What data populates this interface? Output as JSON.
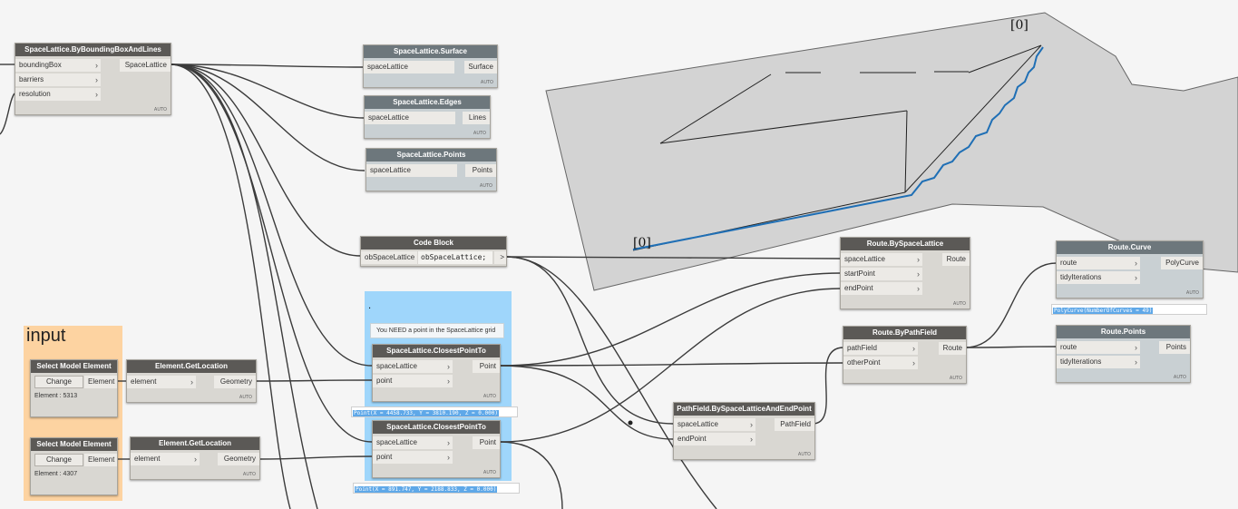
{
  "groups": {
    "input": {
      "label": "input",
      "color": "#fdd3a1"
    },
    "closest": {
      "label": "",
      "color": "#9fd6fb"
    }
  },
  "background_labels": {
    "start": "[0]",
    "end": "[0]"
  },
  "nodes": {
    "bbox": {
      "title": "SpaceLattice.ByBoundingBoxAndLines",
      "inputs": [
        "boundingBox",
        "barriers",
        "resolution"
      ],
      "output": "SpaceLattice",
      "auto": "AUTO"
    },
    "surface": {
      "title": "SpaceLattice.Surface",
      "input": "spaceLattice",
      "output": "Surface",
      "auto": "AUTO"
    },
    "edges": {
      "title": "SpaceLattice.Edges",
      "input": "spaceLattice",
      "output": "Lines",
      "auto": "AUTO"
    },
    "points": {
      "title": "SpaceLattice.Points",
      "input": "spaceLattice",
      "output": "Points",
      "auto": "AUTO"
    },
    "codeblock": {
      "title": "Code Block",
      "input": "obSpaceLattice",
      "code": "obSpaceLattice;",
      "output": ">"
    },
    "sel1": {
      "title": "Select Model Element",
      "button": "Change",
      "output": "Element",
      "info": "Element : 5313"
    },
    "sel2": {
      "title": "Select Model Element",
      "button": "Change",
      "output": "Element",
      "info": "Element : 4307"
    },
    "getloc1": {
      "title": "Element.GetLocation",
      "input": "element",
      "output": "Geometry",
      "auto": "AUTO"
    },
    "getloc2": {
      "title": "Element.GetLocation",
      "input": "element",
      "output": "Geometry",
      "auto": "AUTO"
    },
    "closest1": {
      "title": "SpaceLattice.ClosestPointTo",
      "inputs": [
        "spaceLattice",
        "point"
      ],
      "output": "Point",
      "auto": "AUTO",
      "watch": "Point(X = 4458.733, Y = 3810.190, Z = 0.000)"
    },
    "closest2": {
      "title": "SpaceLattice.ClosestPointTo",
      "inputs": [
        "spaceLattice",
        "point"
      ],
      "output": "Point",
      "auto": "AUTO",
      "watch": "Point(X = 891.747, Y = 2188.833, Z = 0.000)"
    },
    "note": {
      "text": "You NEED a point in the SpaceLattice grid",
      "dot": "."
    },
    "routeLattice": {
      "title": "Route.BySpaceLattice",
      "inputs": [
        "spaceLattice",
        "startPoint",
        "endPoint"
      ],
      "output": "Route",
      "auto": "AUTO"
    },
    "pathfield": {
      "title": "PathField.BySpaceLatticeAndEndPoint",
      "inputs": [
        "spaceLattice",
        "endPoint"
      ],
      "output": "PathField",
      "auto": "AUTO"
    },
    "routePath": {
      "title": "Route.ByPathField",
      "inputs": [
        "pathField",
        "otherPoint"
      ],
      "output": "Route",
      "auto": "AUTO"
    },
    "routeCurve": {
      "title": "Route.Curve",
      "inputs": [
        "route",
        "tidyIterations"
      ],
      "output": "PolyCurve",
      "auto": "AUTO",
      "watch": "PolyCurve(NumberOfCurves = 49)"
    },
    "routePoints": {
      "title": "Route.Points",
      "inputs": [
        "route",
        "tidyIterations"
      ],
      "output": "Points",
      "auto": "AUTO"
    }
  },
  "colors": {
    "header": "#5b5956",
    "node_body": "#d9d7d2",
    "route_line": "#1f6fb5",
    "surface": "#d3d3d3",
    "wire": "#3b3b3b"
  }
}
